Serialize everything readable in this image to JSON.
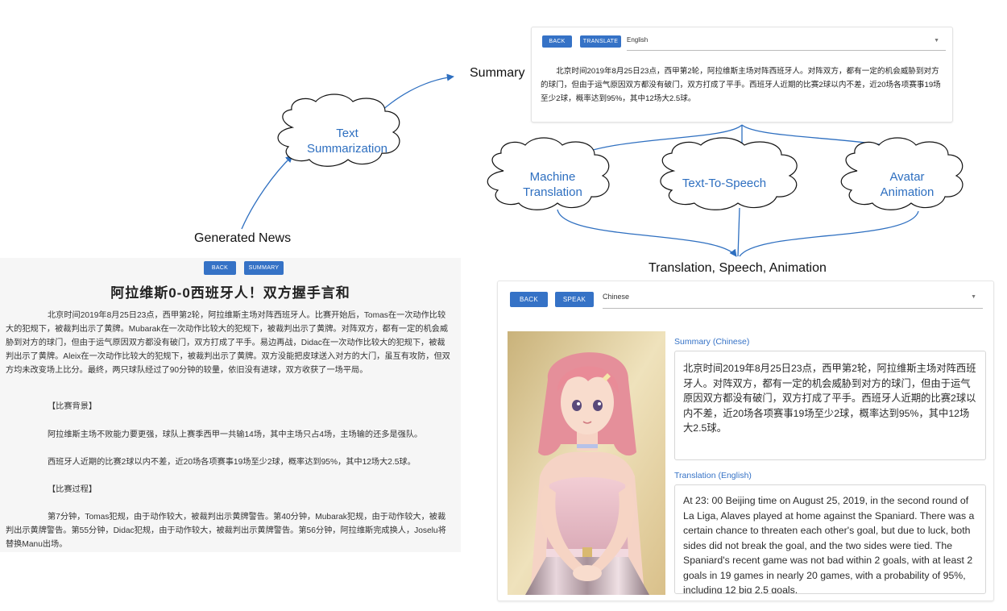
{
  "labels": {
    "summary": "Summary",
    "generated_news": "Generated News",
    "translation_speech_animation": "Translation, Speech, Animation"
  },
  "clouds": {
    "text_summarization": [
      "Text",
      "Summarization"
    ],
    "machine_translation": [
      "Machine",
      "Translation"
    ],
    "text_to_speech": [
      "Text-To-Speech"
    ],
    "avatar_animation": [
      "Avatar",
      "Animation"
    ]
  },
  "summary_card": {
    "back_label": "BACK",
    "translate_label": "TRANSLATE",
    "language_selected": "English",
    "text": "北京时间2019年8月25日23点，西甲第2轮，阿拉维斯主场对阵西班牙人。对阵双方，都有一定的机会威胁到对方的球门，但由于运气原因双方都没有破门，双方打成了平手。西班牙人近期的比赛2球以内不差，近20场各项赛事19场至少2球，概率达到95%，其中12场大2.5球。"
  },
  "news_card": {
    "back_label": "BACK",
    "summary_label": "SUMMARY",
    "title": "阿拉维斯0-0西班牙人！双方握手言和",
    "paragraphs": [
      "北京时间2019年8月25日23点，西甲第2轮，阿拉维斯主场对阵西班牙人。比赛开始后，Tomas在一次动作比较大的犯规下，被裁判出示了黄牌。Mubarak在一次动作比较大的犯规下，被裁判出示了黄牌。对阵双方，都有一定的机会威胁到对方的球门，但由于运气原因双方都没有破门，双方打成了平手。易边再战，Didac在一次动作比较大的犯规下，被裁判出示了黄牌。Aleix在一次动作比较大的犯规下，被裁判出示了黄牌。双方没能把皮球送入对方的大门，虽互有攻防，但双方均未改变场上比分。最终，两只球队经过了90分钟的较量，依旧没有进球，双方收获了一场平局。",
      "【比赛背景】",
      "阿拉维斯主场不败能力要更强，球队上赛季西甲一共输14场，其中主场只占4场，主场输的还多是强队。",
      "西班牙人近期的比赛2球以内不差，近20场各项赛事19场至少2球，概率达到95%，其中12场大2.5球。",
      "【比赛过程】",
      "第7分钟，Tomas犯规，由于动作较大，被裁判出示黄牌警告。第40分钟，Mubarak犯规，由于动作较大，被裁判出示黄牌警告。第55分钟，Didac犯规，由于动作较大，被裁判出示黄牌警告。第56分钟，阿拉维斯完成换人，Joselu将替换Manu出场。"
    ]
  },
  "output_card": {
    "back_label": "BACK",
    "speak_label": "SPEAK",
    "language_selected": "Chinese",
    "summary_label": "Summary (Chinese)",
    "summary_text": "北京时间2019年8月25日23点，西甲第2轮，阿拉维斯主场对阵西班牙人。对阵双方，都有一定的机会威胁到对方的球门，但由于运气原因双方都没有破门，双方打成了平手。西班牙人近期的比赛2球以内不差，近20场各项赛事19场至少2球，概率达到95%，其中12场大2.5球。",
    "translation_label": "Translation (English)",
    "translation_text": "At 23: 00 Beijing time on August 25, 2019, in the second round of La Liga, Alaves played at home against the Spaniard. There was a certain chance to threaten each other's goal, but due to luck, both sides did not break the goal, and the two sides were tied. The Spaniard's recent game was not bad within 2 goals, with at least 2 goals in 19 games in nearly 20 games, with a probability of 95%, including 12 big 2.5 goals."
  },
  "colors": {
    "accent": "#3572c6",
    "cloud_text": "#2e6fc0",
    "arrow": "#2e6fc0"
  }
}
